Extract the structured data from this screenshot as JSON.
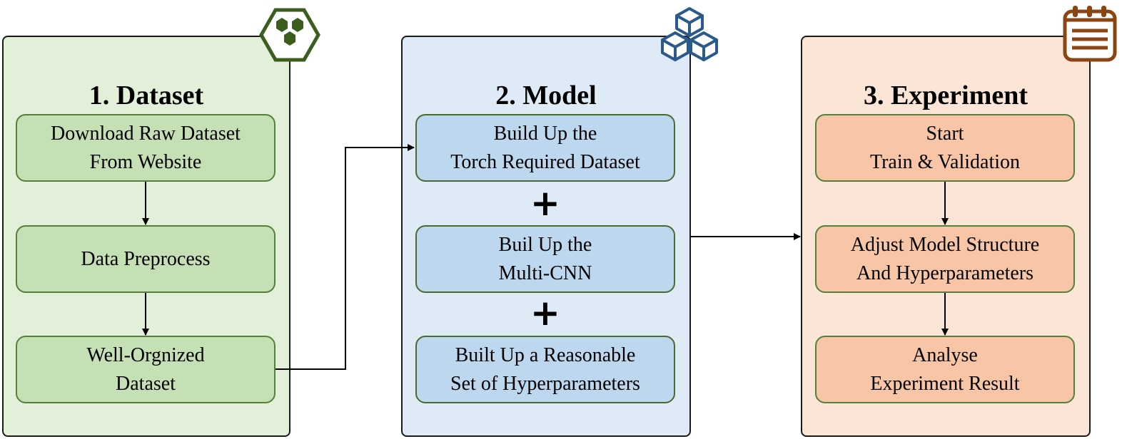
{
  "panels": [
    {
      "title": "1. Dataset",
      "steps": [
        [
          "Download Raw Dataset",
          "From Website"
        ],
        [
          "Data Preprocess"
        ],
        [
          "Well-Orgnized",
          "Dataset"
        ]
      ],
      "colors": {
        "panel_bg": "#e2f0d9",
        "step_bg": "#c5e0b4",
        "icon": "#3b5e1f"
      },
      "icon": "hexagon-cluster-icon"
    },
    {
      "title": "2. Model",
      "steps": [
        [
          "Build Up the",
          "Torch Required Dataset"
        ],
        [
          "Buil Up the",
          "Multi-CNN"
        ],
        [
          "Built Up a Reasonable",
          "Set of Hyperparameters"
        ]
      ],
      "connector_symbol": "+",
      "colors": {
        "panel_bg": "#deebf7",
        "step_bg": "#bdd7ee",
        "icon": "#2a5a8a"
      },
      "icon": "cubes-icon"
    },
    {
      "title": "3. Experiment",
      "steps": [
        [
          "Start",
          "Train & Validation"
        ],
        [
          "Adjust Model Structure",
          "And Hyperparameters"
        ],
        [
          "Analyse",
          "Experiment Result"
        ]
      ],
      "colors": {
        "panel_bg": "#fbe5d6",
        "step_bg": "#f8c6a7",
        "icon": "#8b4513"
      },
      "icon": "notepad-icon"
    }
  ]
}
